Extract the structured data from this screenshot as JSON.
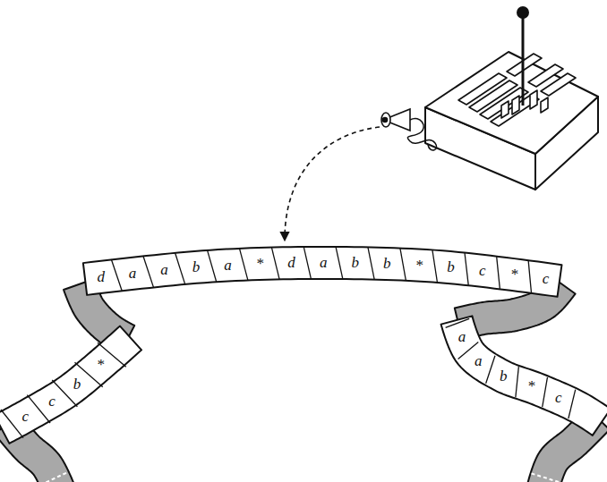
{
  "diagram": {
    "labels": [
      "d",
      "a",
      "a",
      "b",
      "a",
      "*",
      "d",
      "a",
      "b",
      "b",
      "*",
      "b",
      "c",
      "*",
      "c",
      "c",
      "c",
      "b",
      "*",
      "a",
      "a",
      "b",
      "*",
      "c"
    ]
  }
}
